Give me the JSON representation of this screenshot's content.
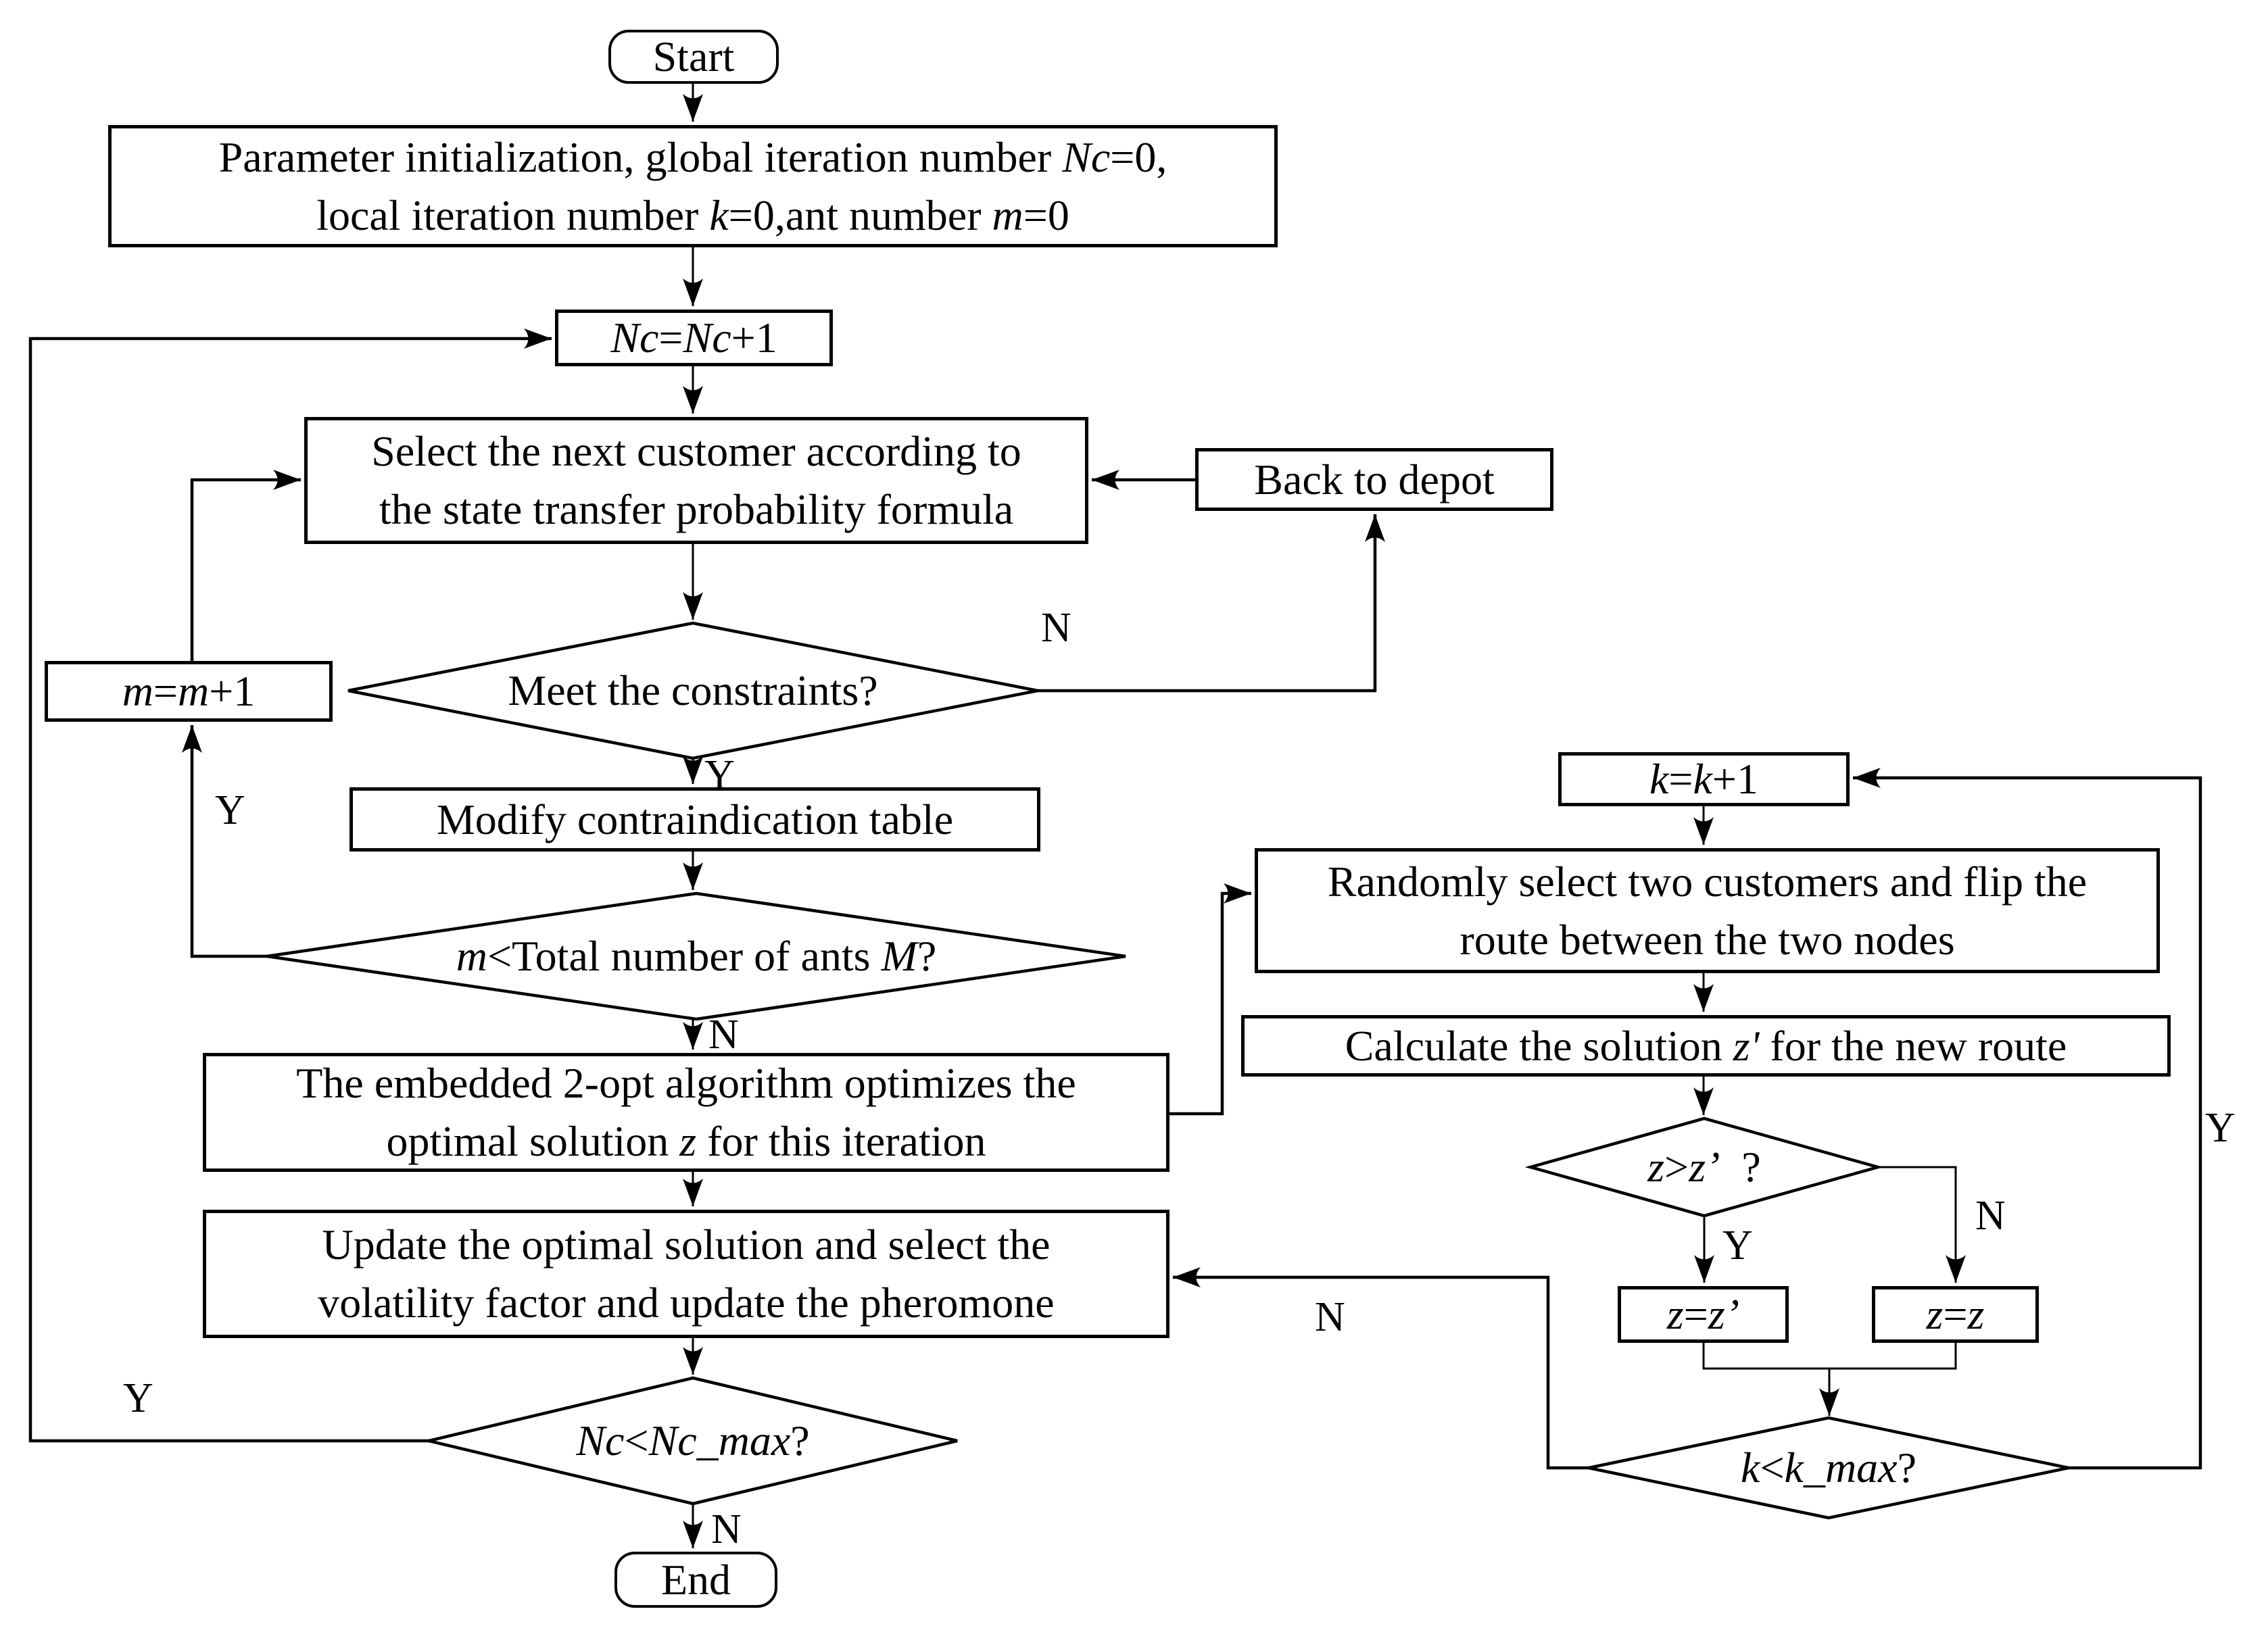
{
  "figure": {
    "background_color": "#ffffff",
    "line_color": "#000000",
    "description": "Flowchart of an ant colony optimization algorithm with embedded 2-opt local search"
  },
  "labels": {
    "yes": "Y",
    "no": "N"
  },
  "nodes": {
    "start": {
      "lines": [
        [
          {
            "t": "Start"
          }
        ]
      ]
    },
    "param": {
      "lines": [
        [
          {
            "t": "Parameter initialization, global iteration number "
          },
          {
            "t": "Nc",
            "i": 1
          },
          {
            "t": "=0,"
          }
        ],
        [
          {
            "t": "local iteration number "
          },
          {
            "t": "k",
            "i": 1
          },
          {
            "t": "=0,ant number "
          },
          {
            "t": "m",
            "i": 1
          },
          {
            "t": "=0"
          }
        ]
      ]
    },
    "nc_inc": {
      "lines": [
        [
          {
            "t": "Nc",
            "i": 1
          },
          {
            "t": "="
          },
          {
            "t": "Nc",
            "i": 1
          },
          {
            "t": "+1"
          }
        ]
      ]
    },
    "select": {
      "lines": [
        [
          {
            "t": "Select the next customer according to"
          }
        ],
        [
          {
            "t": "the state transfer probability formula"
          }
        ]
      ]
    },
    "back": {
      "lines": [
        [
          {
            "t": "Back to depot"
          }
        ]
      ]
    },
    "meet": {
      "lines": [
        [
          {
            "t": "Meet the constraints?"
          }
        ]
      ]
    },
    "m_inc": {
      "lines": [
        [
          {
            "t": "m",
            "i": 1
          },
          {
            "t": "="
          },
          {
            "t": "m",
            "i": 1
          },
          {
            "t": "+1"
          }
        ]
      ]
    },
    "modify": {
      "lines": [
        [
          {
            "t": "Modify contraindication table"
          }
        ]
      ]
    },
    "ants": {
      "lines": [
        [
          {
            "t": "m",
            "i": 1
          },
          {
            "t": "<Total number of ants "
          },
          {
            "t": "M",
            "i": 1
          },
          {
            "t": "?"
          }
        ]
      ]
    },
    "opt2": {
      "lines": [
        [
          {
            "t": "The embedded 2-opt algorithm optimizes the"
          }
        ],
        [
          {
            "t": "optimal solution "
          },
          {
            "t": "z",
            "i": 1
          },
          {
            "t": " for this iteration"
          }
        ]
      ]
    },
    "update": {
      "lines": [
        [
          {
            "t": "Update the optimal solution and select the"
          }
        ],
        [
          {
            "t": "volatility factor and update the pheromone"
          }
        ]
      ]
    },
    "ncmax": {
      "lines": [
        [
          {
            "t": "Nc",
            "i": 1
          },
          {
            "t": "<"
          },
          {
            "t": "Nc_max",
            "i": 1
          },
          {
            "t": "?"
          }
        ]
      ]
    },
    "end": {
      "lines": [
        [
          {
            "t": "End"
          }
        ]
      ]
    },
    "k_inc": {
      "lines": [
        [
          {
            "t": "k",
            "i": 1
          },
          {
            "t": "="
          },
          {
            "t": "k",
            "i": 1
          },
          {
            "t": "+1"
          }
        ]
      ]
    },
    "random": {
      "lines": [
        [
          {
            "t": "Randomly select two customers and flip the"
          }
        ],
        [
          {
            "t": "route between the two nodes"
          }
        ]
      ]
    },
    "calc": {
      "lines": [
        [
          {
            "t": "Calculate the solution "
          },
          {
            "t": "z'",
            "i": 1
          },
          {
            "t": " for the new route"
          }
        ]
      ]
    },
    "z_cmp": {
      "lines": [
        [
          {
            "t": "z",
            "i": 1
          },
          {
            "t": ">"
          },
          {
            "t": "z’",
            "i": 1
          },
          {
            "t": "  ?"
          }
        ]
      ]
    },
    "z_set": {
      "lines": [
        [
          {
            "t": "z",
            "i": 1
          },
          {
            "t": "="
          },
          {
            "t": "z’",
            "i": 1
          }
        ]
      ]
    },
    "z_keep": {
      "lines": [
        [
          {
            "t": "z",
            "i": 1
          },
          {
            "t": "="
          },
          {
            "t": "z",
            "i": 1
          }
        ]
      ]
    },
    "kmax": {
      "lines": [
        [
          {
            "t": "k",
            "i": 1
          },
          {
            "t": "<"
          },
          {
            "t": "k_max",
            "i": 1
          },
          {
            "t": "?"
          }
        ]
      ]
    }
  }
}
